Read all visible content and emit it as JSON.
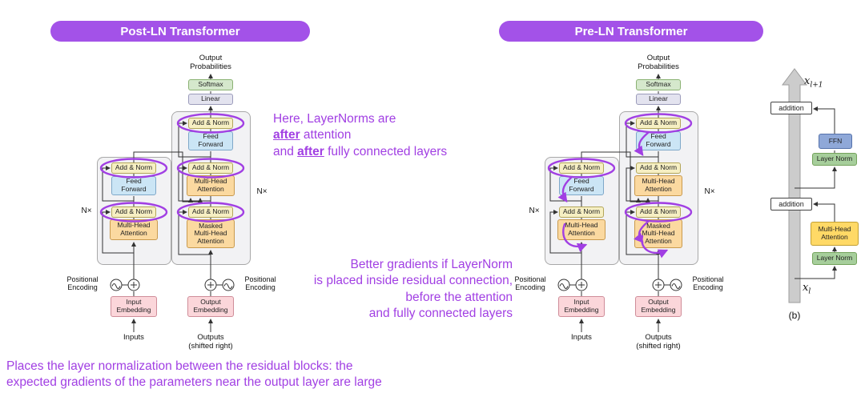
{
  "headers": {
    "post": "Post-LN Transformer",
    "pre": "Pre-LN Transformer"
  },
  "labels": {
    "output_probabilities": "Output\nProbabilities",
    "softmax": "Softmax",
    "linear": "Linear",
    "add_norm": "Add & Norm",
    "feed_forward": "Feed\nForward",
    "multi_head_attention": "Multi-Head\nAttention",
    "masked_multi_head_attention": "Masked\nMulti-Head\nAttention",
    "input_embedding": "Input\nEmbedding",
    "output_embedding": "Output\nEmbedding",
    "positional_encoding": "Positional\nEncoding",
    "inputs": "Inputs",
    "outputs_shifted": "Outputs\n(shifted right)",
    "n_times": "N×"
  },
  "annotations": {
    "post": {
      "line1": "Here, LayerNorms are",
      "after": "after",
      "line2_rest": " attention",
      "line3_prefix": "and ",
      "line3_rest": " fully connected layers"
    },
    "pre": {
      "line1": "Better gradients if LayerNorm",
      "line2": "is placed inside residual connection,",
      "line3": "before the attention",
      "line4": "and fully connected layers"
    },
    "bottom": {
      "line1": "Places the layer normalization between the residual blocks: the",
      "line2": "expected gradients of the parameters near the output layer are large"
    }
  },
  "sidefig": {
    "x_base": "x",
    "sub_l_plus_1": "l+1",
    "sub_l": "l",
    "addition": "addition",
    "ffn": "FFN",
    "layer_norm": "Layer Norm",
    "mha": "Multi-Head\nAttention",
    "caption": "(b)"
  },
  "colors": {
    "purple": "#A13FE3",
    "pill-bg": "#A352E8",
    "addnorm-bg": "#F6EFC3",
    "ff-bg": "#CBE5F5",
    "attn-bg": "#FBD9A0",
    "emb-bg": "#FBD6DA",
    "softmax-bg": "#D5E8CC",
    "linear-bg": "#E3E3EF",
    "ffn-blue": "#8FA8D8",
    "ln-green": "#A6CE9B",
    "mha-yellow": "#FFD966"
  }
}
